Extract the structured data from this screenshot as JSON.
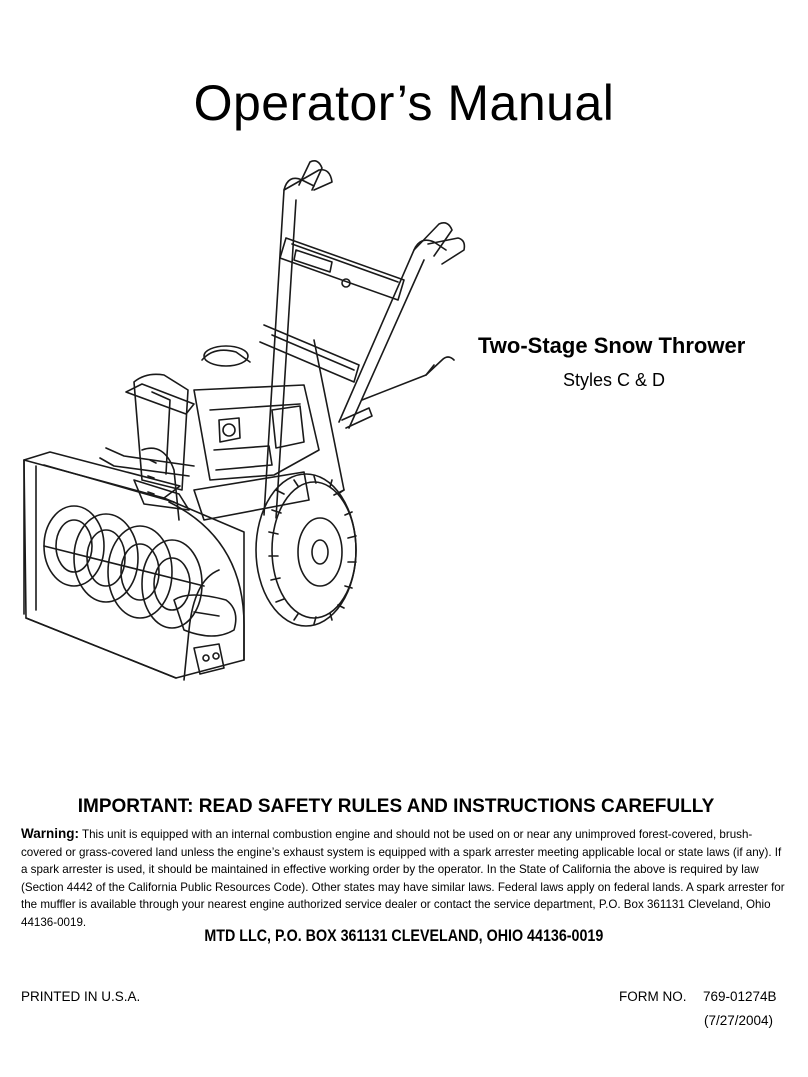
{
  "header": {
    "title": "Operator’s Manual"
  },
  "product": {
    "name": "Two-Stage Snow Thrower",
    "styles": "Styles C & D"
  },
  "safety": {
    "heading": "IMPORTANT: READ SAFETY RULES AND INSTRUCTIONS CAREFULLY",
    "warning_label": "Warning:",
    "warning_text": "This unit is equipped with an internal combustion engine and should not be used on or near any unimproved forest-covered, brush-covered or grass-covered land unless the engine’s exhaust system is equipped with a spark arrester meeting applicable local or state laws (if any). If a spark arrester is used, it should be maintained in effective working order by the operator. In the State of California the above is required by law (Section 4442 of the California Public Resources Code). Other states may have similar laws. Federal laws apply on federal lands. A spark arrester for the muffler is available through your nearest engine authorized service dealer or contact the service department, P.O. Box 361131 Cleveland, Ohio 44136-0019."
  },
  "company": {
    "address": "MTD LLC, P.O. BOX 361131 CLEVELAND, OHIO 44136-0019"
  },
  "footer": {
    "printed": "PRINTED IN U.S.A.",
    "form_label": "FORM NO.",
    "form_number": "769-01274B",
    "form_date": "(7/27/2004)"
  }
}
